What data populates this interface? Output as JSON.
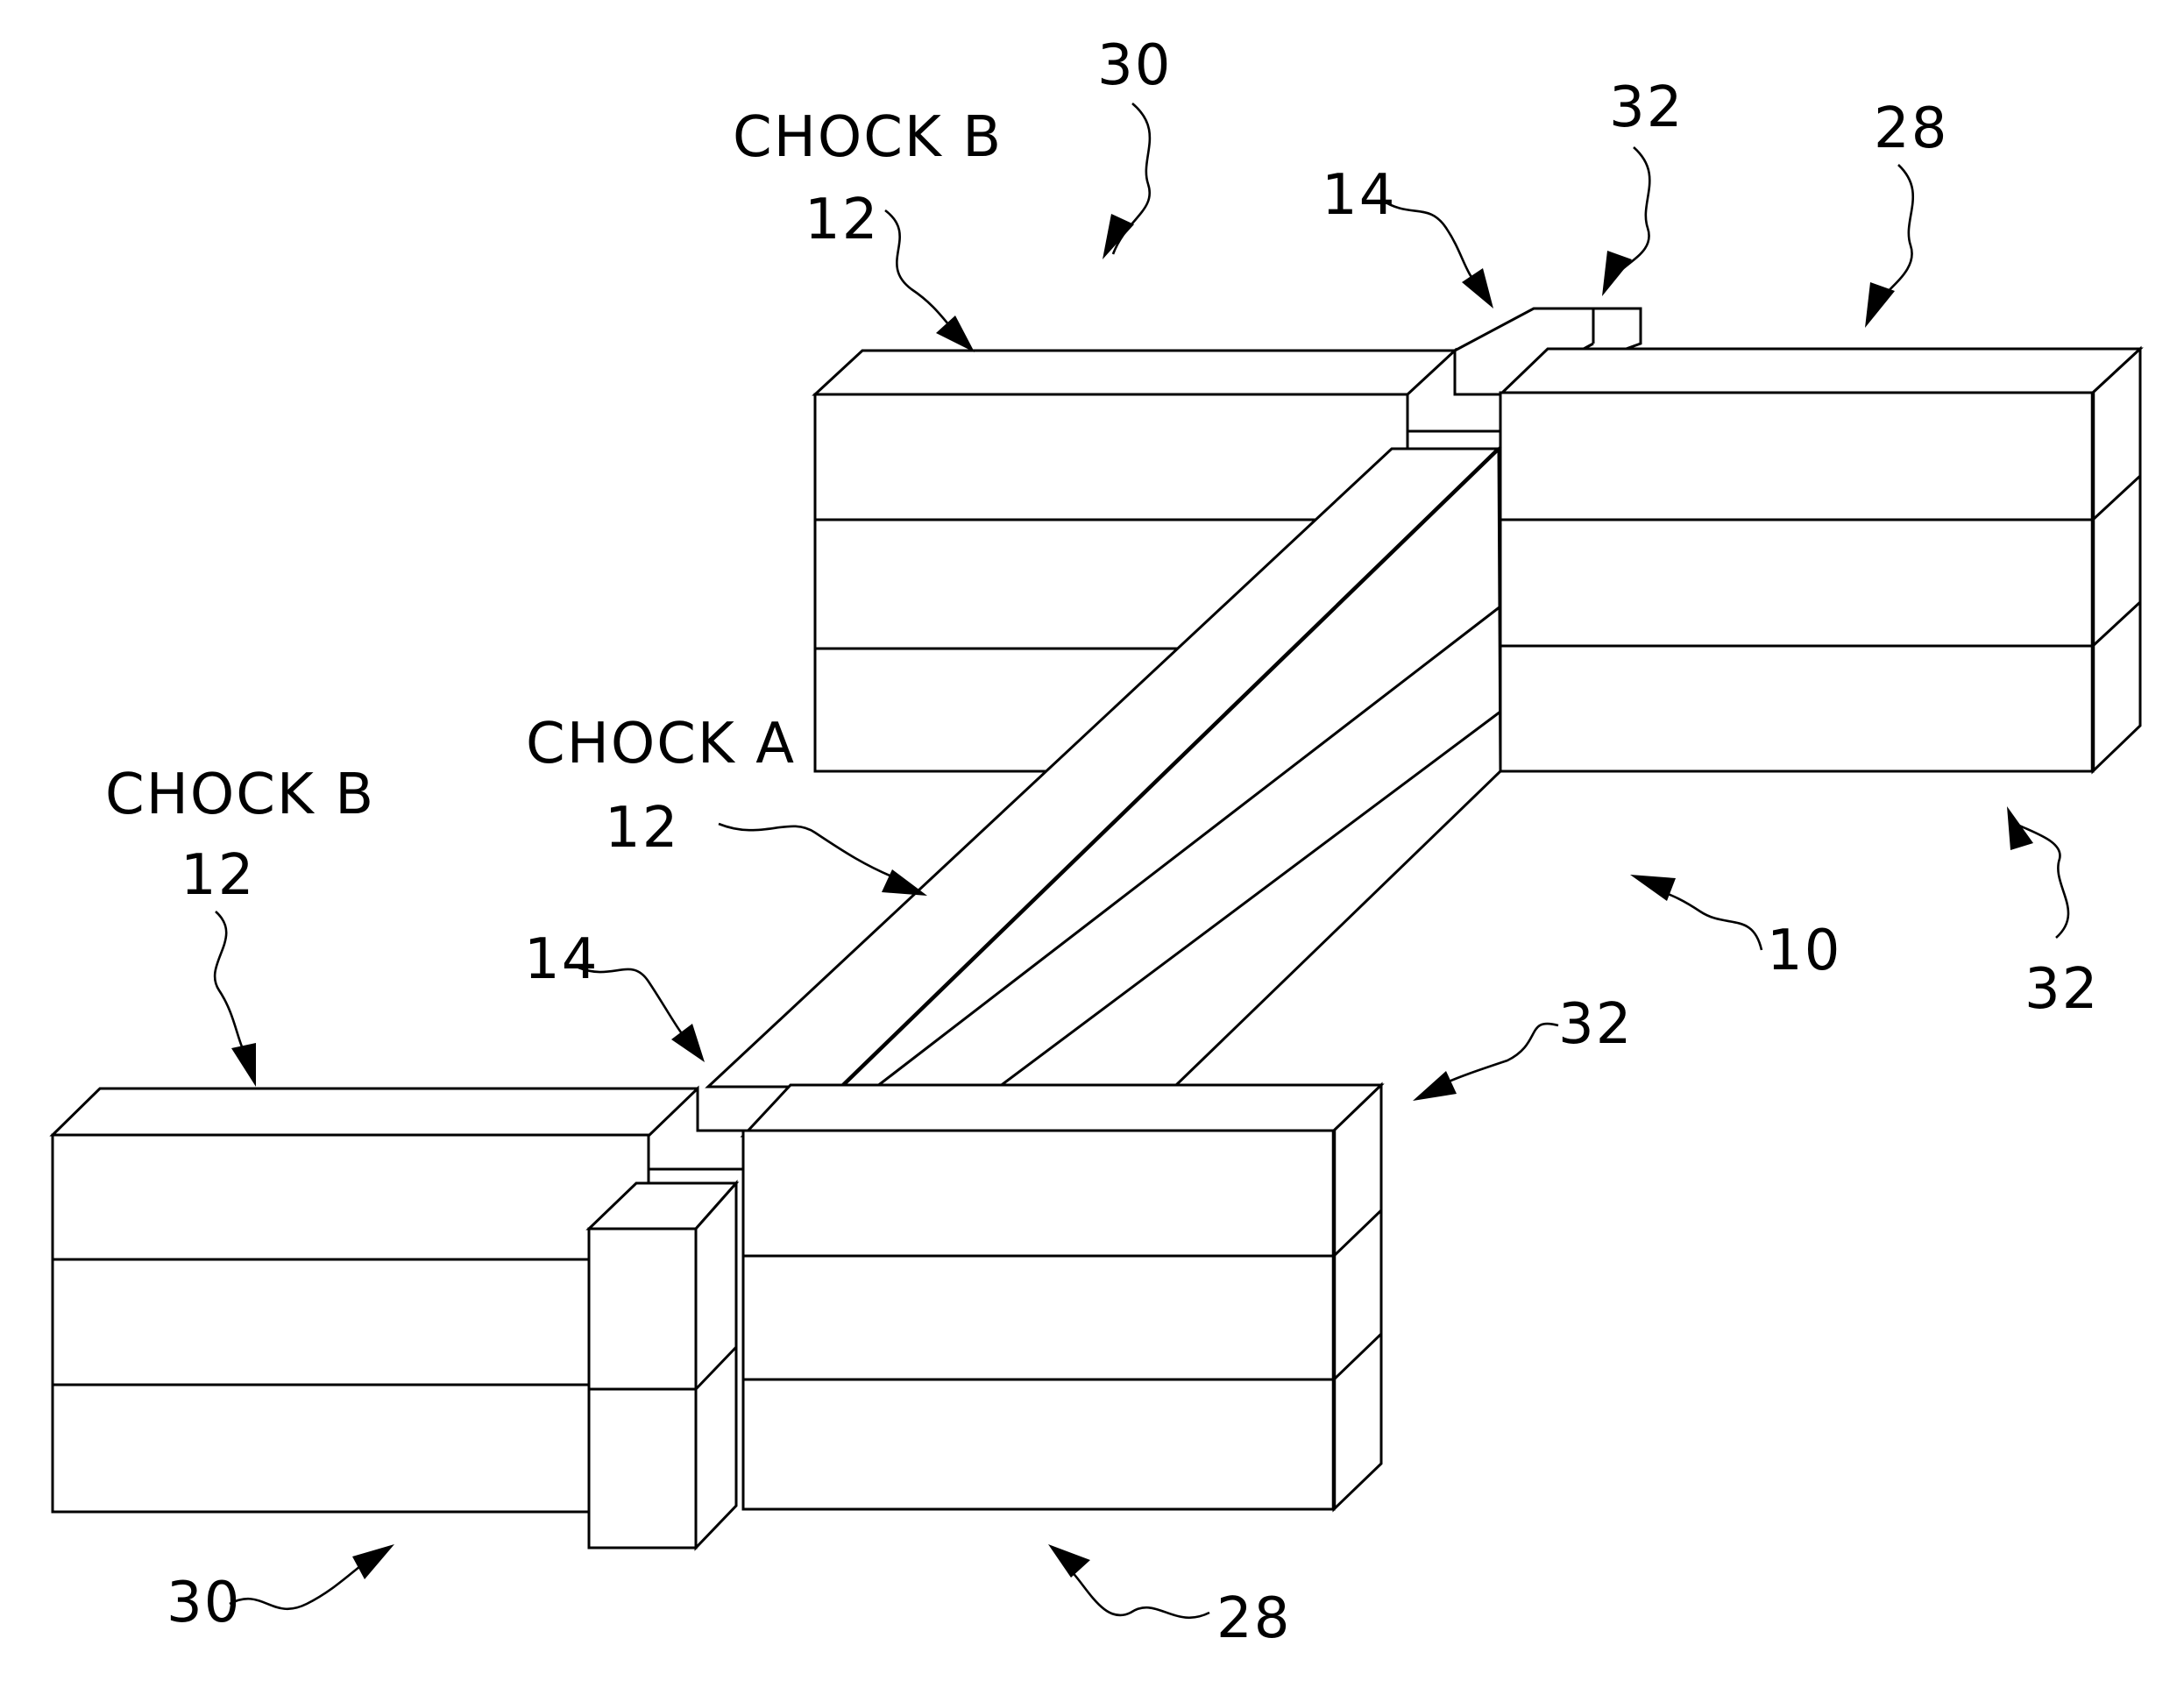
{
  "labels": {
    "chock_b_top": "CHOCK B",
    "chock_b_top_num": "12",
    "chock_b_left": "CHOCK B",
    "chock_b_left_num": "12",
    "chock_a": "CHOCK A",
    "chock_a_num": "12",
    "ref_30_top": "30",
    "ref_32_top": "32",
    "ref_28_top": "28",
    "ref_14_top": "14",
    "ref_14_left": "14",
    "ref_10": "10",
    "ref_32_right": "32",
    "ref_32_mid": "32",
    "ref_30_bottom": "30",
    "ref_28_bottom": "28"
  }
}
